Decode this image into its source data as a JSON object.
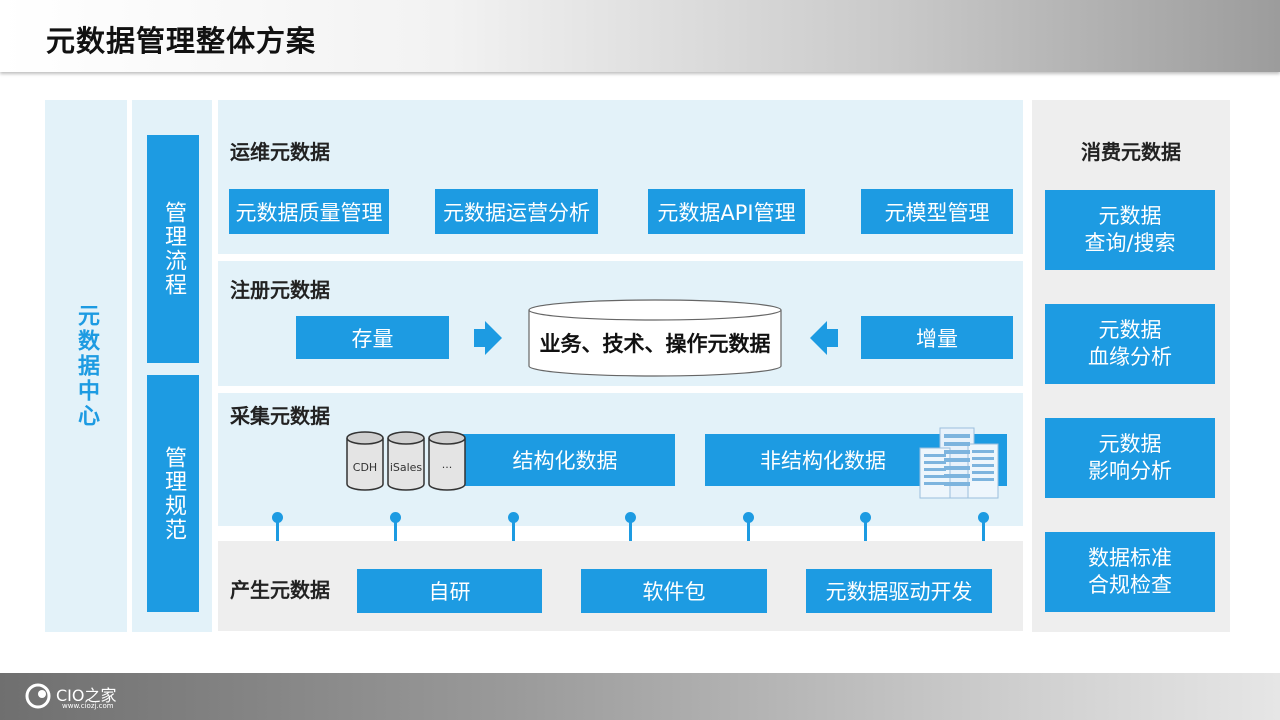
{
  "slide_title": "元数据管理整体方案",
  "left_column": {
    "label": "元数据中心"
  },
  "process_bars": {
    "top": "管理流程",
    "bottom": "管理规范"
  },
  "ops_section": {
    "title": "运维元数据",
    "items": [
      "元数据质量管理",
      "元数据运营分析",
      "元数据API管理",
      "元模型管理"
    ]
  },
  "register_section": {
    "title": "注册元数据",
    "stock": "存量",
    "increment": "增量",
    "center": "业务、技术、操作元数据"
  },
  "collect_section": {
    "title": "采集元数据",
    "databases": [
      "CDH",
      "iSales",
      "..."
    ],
    "structured": "结构化数据",
    "unstructured": "非结构化数据"
  },
  "produce_section": {
    "title": "产生元数据",
    "items": [
      "自研",
      "软件包",
      "元数据驱动开发"
    ]
  },
  "consume_section": {
    "title": "消费元数据",
    "items": [
      [
        "元数据",
        "查询/搜索"
      ],
      [
        "元数据",
        "血缘分析"
      ],
      [
        "元数据",
        "影响分析"
      ],
      [
        "数据标准",
        "合规检查"
      ]
    ]
  },
  "footer": {
    "logo_text": "CIO之家",
    "logo_url": "www.ciozj.com"
  },
  "colors": {
    "accent": "#1d9be2",
    "light_panel": "#e3f2f9",
    "gray_panel": "#eeeeee"
  }
}
